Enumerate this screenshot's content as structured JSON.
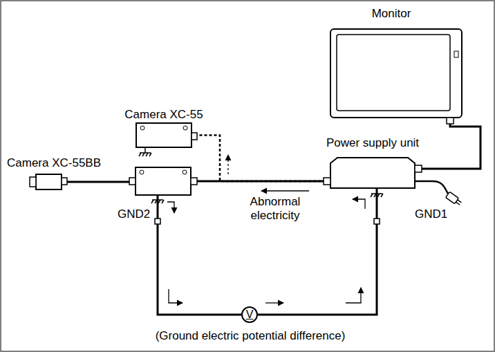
{
  "diagram": {
    "nodes": [
      {
        "text": [
          "Monitor"
        ]
      },
      {
        "text": [
          "Camera XC-55"
        ]
      },
      {
        "text": [
          "Power supply unit"
        ]
      },
      {
        "text": [
          "Camera XC-55BB"
        ]
      },
      {
        "text": [
          "GND2"
        ]
      },
      {
        "text": [
          "V"
        ]
      }
    ],
    "edges": [
      {
        "from": 3,
        "to": 4,
        "arrow": "none"
      },
      {
        "from": 4,
        "to": 2,
        "arrow": "none"
      },
      {
        "from": 2,
        "to": 1,
        "arrow": "none"
      },
      {
        "from": 2,
        "to": 0,
        "arrow": "none"
      },
      {
        "from": 4,
        "to": 5,
        "arrow": "none"
      },
      {
        "from": 5,
        "to": 2,
        "arrow": "none"
      }
    ],
    "labels": [
      "Abnormal electricity",
      "GND1",
      "(Ground electric potential difference)"
    ]
  }
}
